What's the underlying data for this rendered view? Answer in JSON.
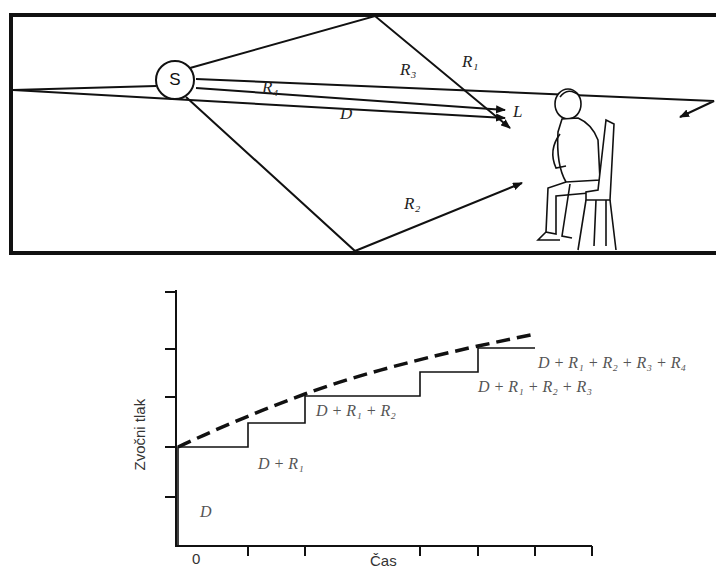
{
  "diagram": {
    "nodes": [
      {
        "text": [
          "S"
        ]
      }
    ],
    "labels": [
      "R₁",
      "R₃",
      "D",
      "R₄",
      "L",
      "R₂",
      "Zvočni tlak",
      "0",
      "Čas",
      "D",
      "D + R₁",
      "D + R₁ + R₂",
      "D + R₁ + R₂ + R₃",
      "D + R₁ + R₂ + R₃ + R₄"
    ]
  }
}
